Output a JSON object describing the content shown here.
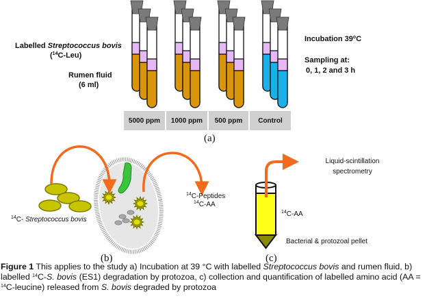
{
  "panel_a": {
    "left_labels": {
      "labelled_prefix": "Labelled ",
      "labelled_species": "Streptococcus bovis",
      "label_tag_sup": "14",
      "label_tag_rest": "C-Leu)",
      "label_tag_open": "(",
      "rumen_fluid": "Rumen fluid",
      "rumen_volume": "(6 ml)"
    },
    "right_labels": {
      "incubation_prefix": "Incubation 39",
      "incubation_sup": "o",
      "incubation_unit": "C",
      "sampling_title": "Sampling at:",
      "sampling_times": "0, 1, 2 and 3 h"
    },
    "groups": [
      {
        "label": "5000 ppm",
        "liquid_color": "#d9960a"
      },
      {
        "label": "1000 ppm",
        "liquid_color": "#d9960a"
      },
      {
        "label": "500 ppm",
        "liquid_color": "#d9960a"
      },
      {
        "label": "Control",
        "liquid_color": "#1ab0e8"
      }
    ],
    "colors": {
      "cap": "#7a7a7a",
      "layer": "#e6b8f5",
      "box": "#d0d0d0"
    },
    "panel_label": "(a)"
  },
  "panel_b": {
    "bacteria_sup": "14",
    "bacteria_prefix": "C- ",
    "bacteria_species": "Streptococcus bovis",
    "products_line1_sup": "14",
    "products_line1": "C-Peptides",
    "products_line2_sup": "14",
    "products_line2": "C-AA",
    "colors": {
      "arrow": "#f26b1d",
      "bacteria": "#c8c400",
      "protozoa_body": "#e8e8e8",
      "ingested": "#24b324"
    },
    "panel_label": "(b)"
  },
  "panel_c": {
    "destination_line1": "Liquid-scintillation",
    "destination_line2": "spectrometry",
    "supernatant_sup": "14",
    "supernatant_label": "C-AA",
    "pellet_label": "Bacterial & protozoal pellet",
    "colors": {
      "supernatant": "#ffff1a",
      "pellet": "#8a8a00"
    },
    "panel_label": "(c)"
  },
  "caption": {
    "figure_num": "Figure 1",
    "t1": " This applies to the study a) Incubation at 39 °C with labelled ",
    "i1": "Streptococcus bovis",
    "t2": " and rumen fluid, b) labelled ",
    "sup1": "14",
    "t3": "C-",
    "i2": "S. bovis",
    "t4": " (ES1) degradation by protozoa, c) collection and quantification of labelled amino acid (AA = ",
    "sup2": "14",
    "t5": "C-leucine) released from ",
    "i3": "S. bovis",
    "t6": " degraded by protozoa"
  }
}
